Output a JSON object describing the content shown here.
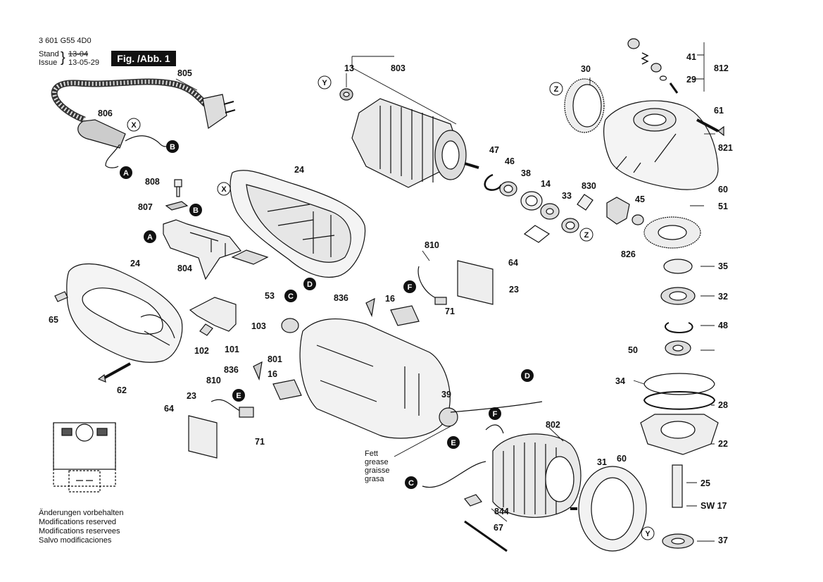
{
  "header": {
    "part_number": "3 601 G55 4D0",
    "stand_label": "Stand",
    "issue_label": "Issue",
    "stand_value": "13-04",
    "issue_value": "13-05-29",
    "figure_label": "Fig. /Abb. 1"
  },
  "notes": [
    "Änderungen vorbehalten",
    "Modifications reserved",
    "Modifications reservees",
    "Salvo modificaciones"
  ],
  "grease_note": [
    "Fett",
    "grease",
    "graisse",
    "grasa"
  ],
  "part_labels": [
    "805",
    "806",
    "808",
    "807",
    "804",
    "24",
    "24",
    "65",
    "62",
    "102",
    "101",
    "53",
    "803",
    "13",
    "47",
    "46",
    "38",
    "14",
    "33",
    "830",
    "45",
    "826",
    "35",
    "32",
    "48",
    "50",
    "34",
    "28",
    "22",
    "60",
    "25",
    "SW 17",
    "37",
    "31",
    "30",
    "41",
    "29",
    "812",
    "61",
    "821",
    "60",
    "51",
    "810",
    "64",
    "23",
    "836",
    "16",
    "71",
    "103",
    "801",
    "836",
    "16",
    "810",
    "23",
    "64",
    "71",
    "39",
    "802",
    "844",
    "67"
  ],
  "markers": {
    "circle_letters": [
      "X",
      "Y",
      "Z",
      "Z",
      "X",
      "Y"
    ],
    "filled_letters": [
      "B",
      "A",
      "B",
      "A",
      "C",
      "D",
      "F",
      "E",
      "D",
      "F",
      "E",
      "C"
    ]
  }
}
